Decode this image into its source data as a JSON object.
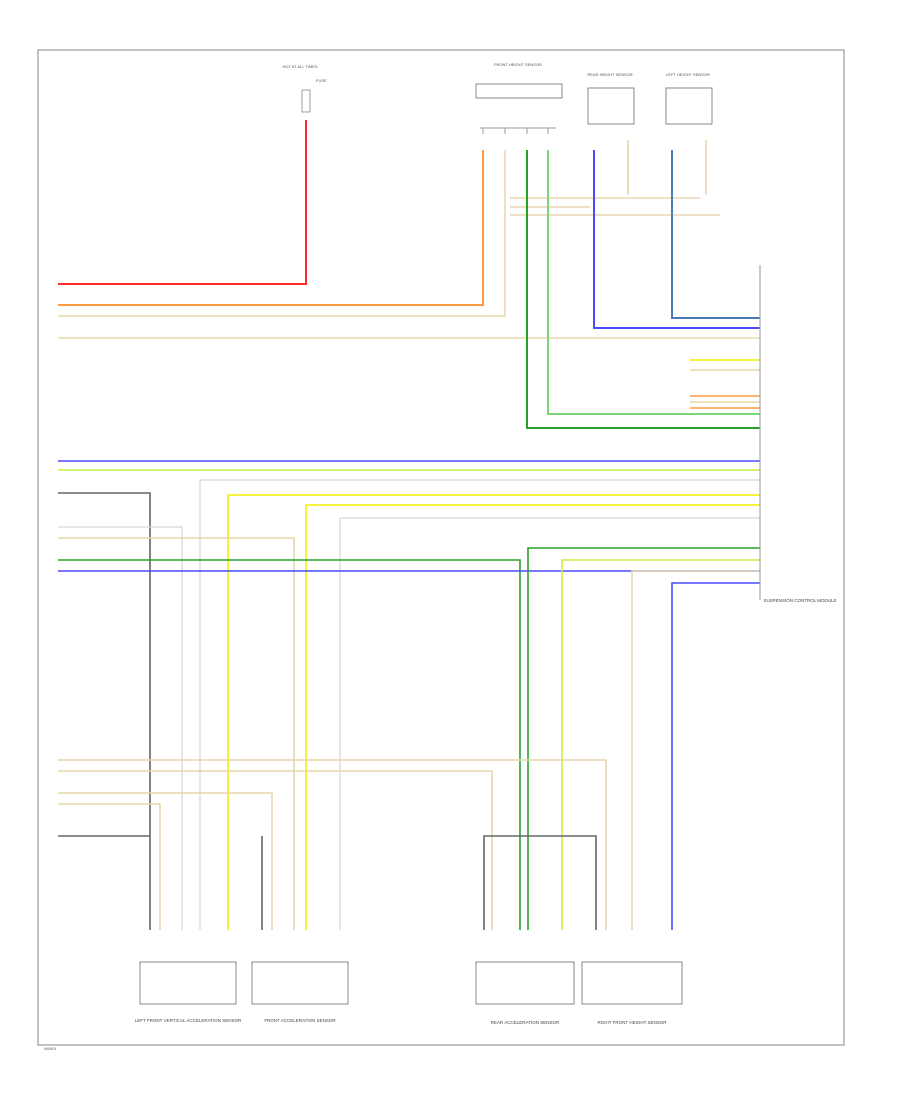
{
  "colors": {
    "red": "#ff2a2a",
    "orange": "#ff9a40",
    "tan": "#e9d9b0",
    "beige": "#e6d6a8",
    "blue": "#4a4aff",
    "steel_blue": "#4a7ab8",
    "green": "#2aa02a",
    "light_green": "#7bd67b",
    "yellow": "#f2f200",
    "yellow_green": "#c6f040",
    "gray": "#666666",
    "light_gray": "#c8c8c8",
    "frame": "#9a9a9a"
  },
  "labels": {
    "fuse_top": "HOT AT ALL TIMES",
    "fuse_sub": "FUSE",
    "module_top": "FRONT HEIGHT SENSOR",
    "sensor_right_top": "REAR HEIGHT SENSOR",
    "sensor_left_top": "LEFT HEIGHT SENSOR",
    "ecm_label": "SUSPENSION CONTROL MODULE",
    "bottom_left_1": "LEFT FRONT VERTICAL ACCELERATION SENSOR",
    "bottom_left_2": "FRONT ACCELERATION SENSOR",
    "bottom_right_1": "REAR ACCELERATION SENSOR",
    "bottom_right_2": "RIGHT FRONT HEIGHT SENSOR",
    "footer_code": "W0001"
  }
}
